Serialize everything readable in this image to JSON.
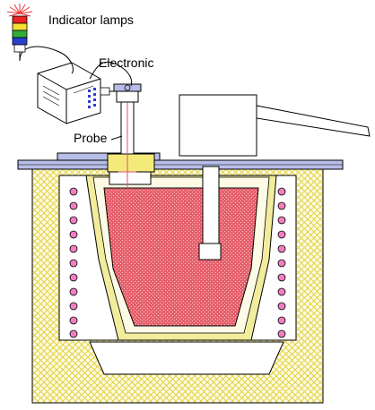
{
  "labels": {
    "indicator": "Indicator lamps",
    "electronic": "Electronic",
    "probe": "Probe"
  },
  "colors": {
    "outline": "#000000",
    "hatch": "#e3d23f",
    "insulation_bg": "#fdfbe6",
    "lining": "#f2ec9d",
    "melt": "#e5606b",
    "melt_dots": "#ffc1c6",
    "coil": "#f17ec0",
    "steel": "#b7bee8",
    "probe_block": "#f4ea7a",
    "probe_line": "#e0527a",
    "lamp_red": "#ee2222",
    "lamp_yellow": "#f4e030",
    "lamp_green": "#2fae3a",
    "lamp_blue": "#2a3fd0",
    "rays": "#ee3333"
  },
  "icons": {
    "lamp": "signal-tower-icon",
    "box": "electronic-unit-icon",
    "probe": "thermocouple-probe-icon"
  }
}
